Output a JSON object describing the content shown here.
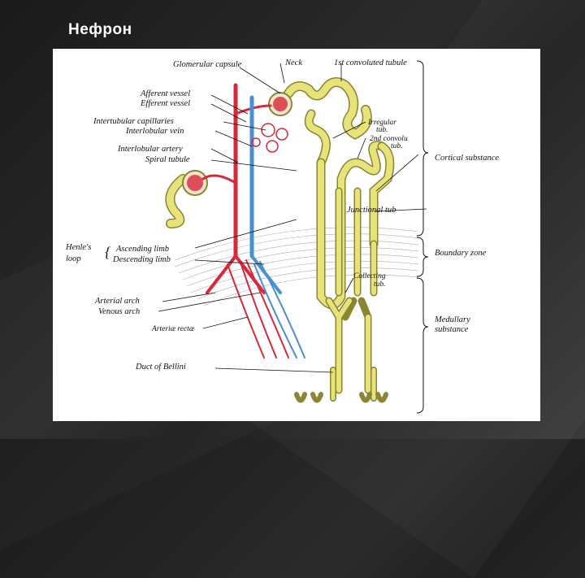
{
  "slide": {
    "title": "Нефрон"
  },
  "labels": {
    "glomerular_capsule": "Glomerular capsule",
    "neck": "Neck",
    "first_convoluted": "1st convoluted tubule",
    "afferent": "Afferent vessel",
    "efferent": "Efferent vessel",
    "intertubular": "Intertubular capillaries",
    "interlobular_vein": "Interlobular vein",
    "interlobular_artery": "Interlobular artery",
    "spiral_tubule": "Spiral tubule",
    "irregular_1": "Irregular",
    "irregular_2": "tub.",
    "second_convoluted_1": "2nd convolu",
    "second_convoluted_2": "tub.",
    "junctional": "Junctional tub",
    "henle_1": "Henle's",
    "henle_2": "loop",
    "ascending": "Ascending limb",
    "descending": "Descending limb",
    "collecting_1": "Collecting",
    "collecting_2": "tub.",
    "arterial_arch": "Arterial arch",
    "venous_arch": "Venous arch",
    "arteriae_rectae": "Arteriæ rectæ",
    "duct_bellini": "Duct of Bellini",
    "cortical": "Cortical substance",
    "boundary": "Boundary zone",
    "medullary_1": "Medullary",
    "medullary_2": "substance"
  },
  "colors": {
    "tubule": "#e8e27a",
    "tubule_edge": "#8a8530",
    "artery": "#d8283a",
    "vein": "#4a8fd0",
    "ink": "#111111"
  }
}
